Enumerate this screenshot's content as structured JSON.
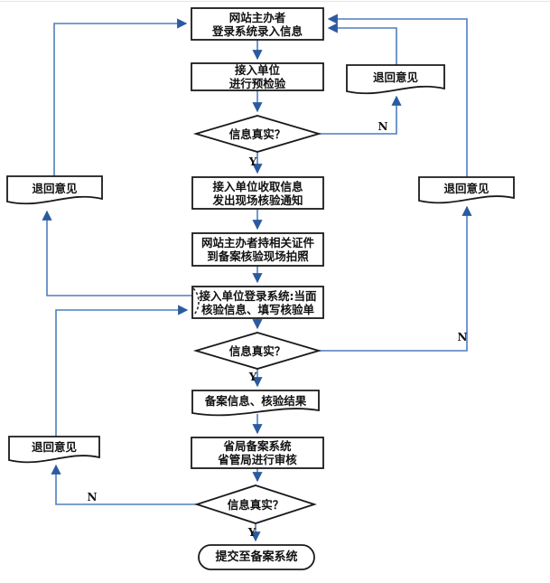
{
  "diagram": {
    "type": "flowchart",
    "language": "zh-CN",
    "colors": {
      "connector": "#4d7ebf",
      "arrowhead": "#2b5b9e",
      "shape_border": "#1a1a1a",
      "shape_fill": "#ffffff",
      "text": "#111111",
      "background": "#ffffff"
    },
    "nodes": {
      "start": {
        "shape": "rect",
        "lines": [
          "网站主办者",
          "登录系统录入信息"
        ]
      },
      "precheck": {
        "shape": "rect",
        "lines": [
          "接入单位",
          "进行预检验"
        ]
      },
      "return_top": {
        "shape": "document",
        "label": "退回意见"
      },
      "decision1": {
        "shape": "diamond",
        "label": "信息真实？"
      },
      "collect": {
        "shape": "rect",
        "lines": [
          "接入单位收取信息",
          "发出现场核验通知"
        ]
      },
      "return_left_upper": {
        "shape": "document",
        "label": "退回意见"
      },
      "return_right": {
        "shape": "document",
        "label": "退回意见"
      },
      "photo": {
        "shape": "rect",
        "lines": [
          "网站主办者持相关证件",
          "到备案核验现场拍照"
        ]
      },
      "onsite_verify": {
        "shape": "rect",
        "lines": [
          "接入单位登录系统:当面",
          "核验信息、填写核验单"
        ]
      },
      "decision2": {
        "shape": "diamond",
        "label": "信息真实？"
      },
      "record_result": {
        "shape": "document",
        "label": "备案信息、核验结果"
      },
      "review": {
        "shape": "rect",
        "lines": [
          "省局备案系统",
          "省管局进行审核"
        ]
      },
      "return_left_lower": {
        "shape": "document",
        "label": "退回意见"
      },
      "decision3": {
        "shape": "diamond",
        "label": "信息真实？"
      },
      "submit": {
        "shape": "rounded",
        "label": "提交至备案系统"
      }
    },
    "branch_labels": {
      "yes": "Y",
      "no": "N"
    }
  }
}
